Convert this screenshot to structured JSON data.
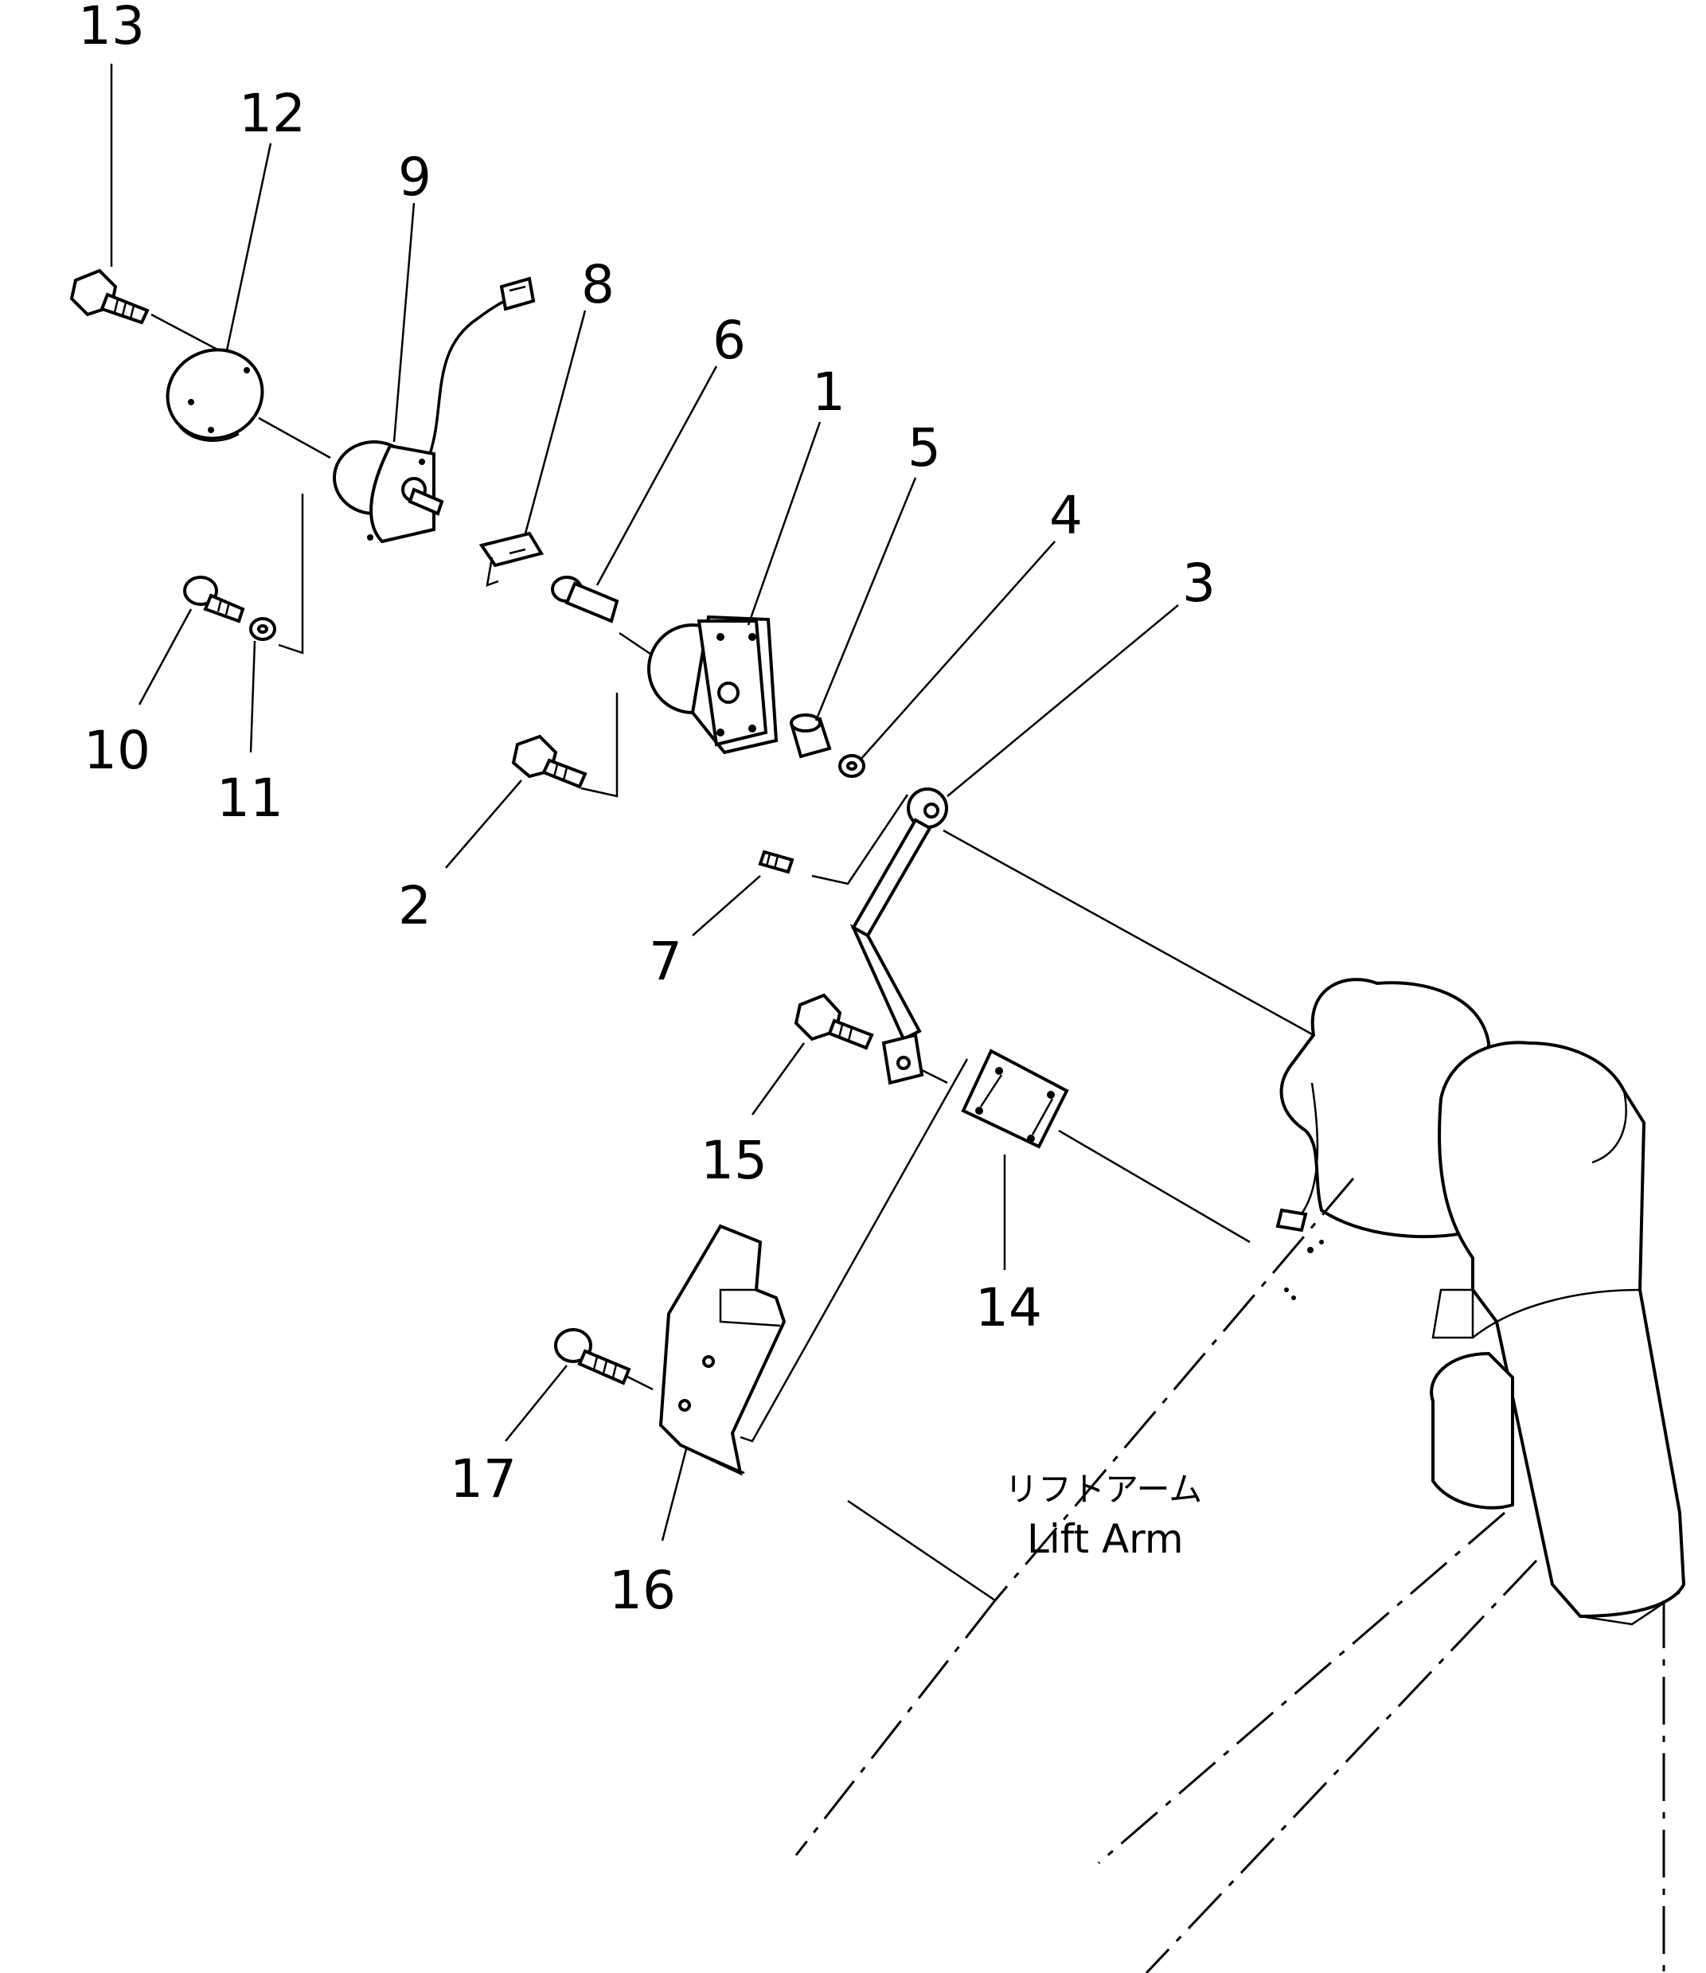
{
  "callouts": [
    {
      "id": "13",
      "label": "13"
    },
    {
      "id": "12",
      "label": "12"
    },
    {
      "id": "9",
      "label": "9"
    },
    {
      "id": "8",
      "label": "8"
    },
    {
      "id": "6",
      "label": "6"
    },
    {
      "id": "1",
      "label": "1"
    },
    {
      "id": "5",
      "label": "5"
    },
    {
      "id": "4",
      "label": "4"
    },
    {
      "id": "3",
      "label": "3"
    },
    {
      "id": "10",
      "label": "10"
    },
    {
      "id": "11",
      "label": "11"
    },
    {
      "id": "2",
      "label": "2"
    },
    {
      "id": "7",
      "label": "7"
    },
    {
      "id": "15",
      "label": "15"
    },
    {
      "id": "14",
      "label": "14"
    },
    {
      "id": "17",
      "label": "17"
    },
    {
      "id": "16",
      "label": "16"
    }
  ],
  "caption": {
    "japanese": "リフトアーム",
    "english": "Lift Arm"
  }
}
